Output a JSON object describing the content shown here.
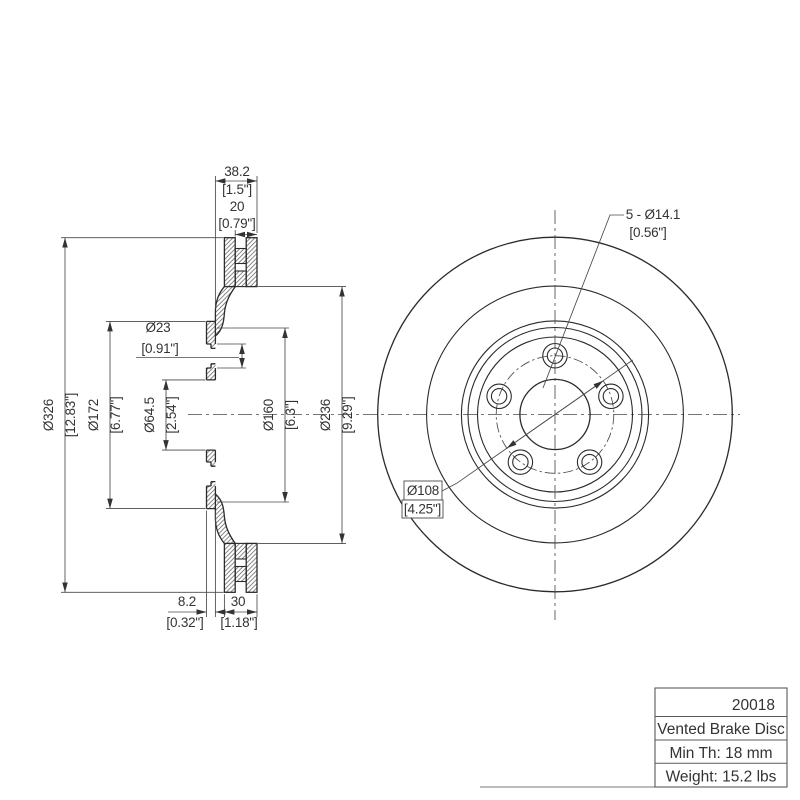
{
  "dims": {
    "d382": {
      "mm": "38.2",
      "in": "[1.5\"]"
    },
    "d20": {
      "mm": "20",
      "in": "[0.79\"]"
    },
    "d23": {
      "mm": "Ø23",
      "in": "[0.91\"]"
    },
    "d326": {
      "mm": "Ø326",
      "in": "[12.83\"]"
    },
    "d172": {
      "mm": "Ø172",
      "in": "[6.77\"]"
    },
    "d645": {
      "mm": "Ø64.5",
      "in": "[2.54\"]"
    },
    "d160": {
      "mm": "Ø160",
      "in": "[6.3\"]"
    },
    "d236": {
      "mm": "Ø236",
      "in": "[9.29\"]"
    },
    "d82": {
      "mm": "8.2",
      "in": "[0.32\"]"
    },
    "d30": {
      "mm": "30",
      "in": "[1.18\"]"
    },
    "d141": {
      "mm": "5 - Ø14.1",
      "in": "[0.56\"]"
    },
    "d108": {
      "mm": "Ø108",
      "in": "[4.25\"]"
    }
  },
  "title_block": {
    "part_number": "20018",
    "product_name": "Vented Brake Disc",
    "min_thickness": "Min Th: 18 mm",
    "weight": "Weight: 15.2 lbs"
  },
  "colors": {
    "line": "#2b2b2b",
    "thin_line": "#4a4a4a",
    "text": "#333333",
    "background": "#ffffff"
  }
}
